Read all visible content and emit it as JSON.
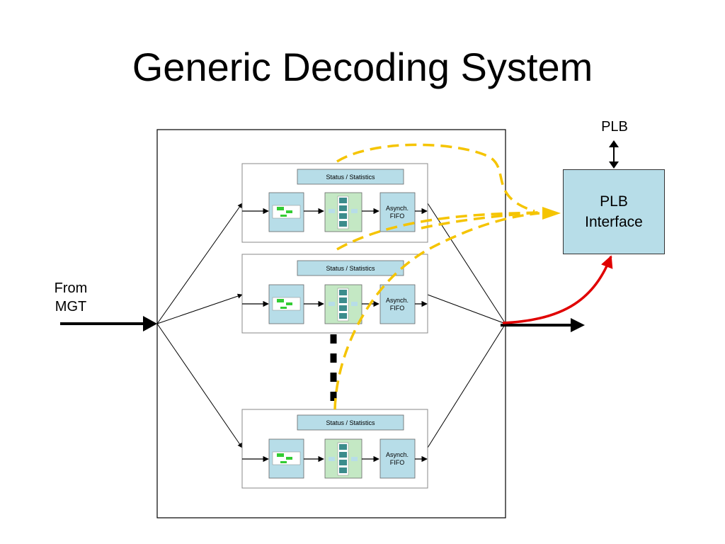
{
  "title": "Generic Decoding System",
  "input_label_line1": "From",
  "input_label_line2": "MGT",
  "bus_label": "PLB",
  "interface_label_line1": "PLB",
  "interface_label_line2": "Interface",
  "channels": [
    {
      "status_label": "Status / Statistics",
      "fifo_line1": "Asynch.",
      "fifo_line2": "FIFO"
    },
    {
      "status_label": "Status / Statistics",
      "fifo_line1": "Asynch.",
      "fifo_line2": "FIFO"
    },
    {
      "status_label": "Status / Statistics",
      "fifo_line1": "Asynch.",
      "fifo_line2": "FIFO"
    }
  ],
  "colors": {
    "block_fill": "#b7dde8",
    "green_fill": "#c4e8c4",
    "teal": "#3c8c8c",
    "status_dashed": "#f5c400",
    "output_to_interface": "#e00000"
  }
}
